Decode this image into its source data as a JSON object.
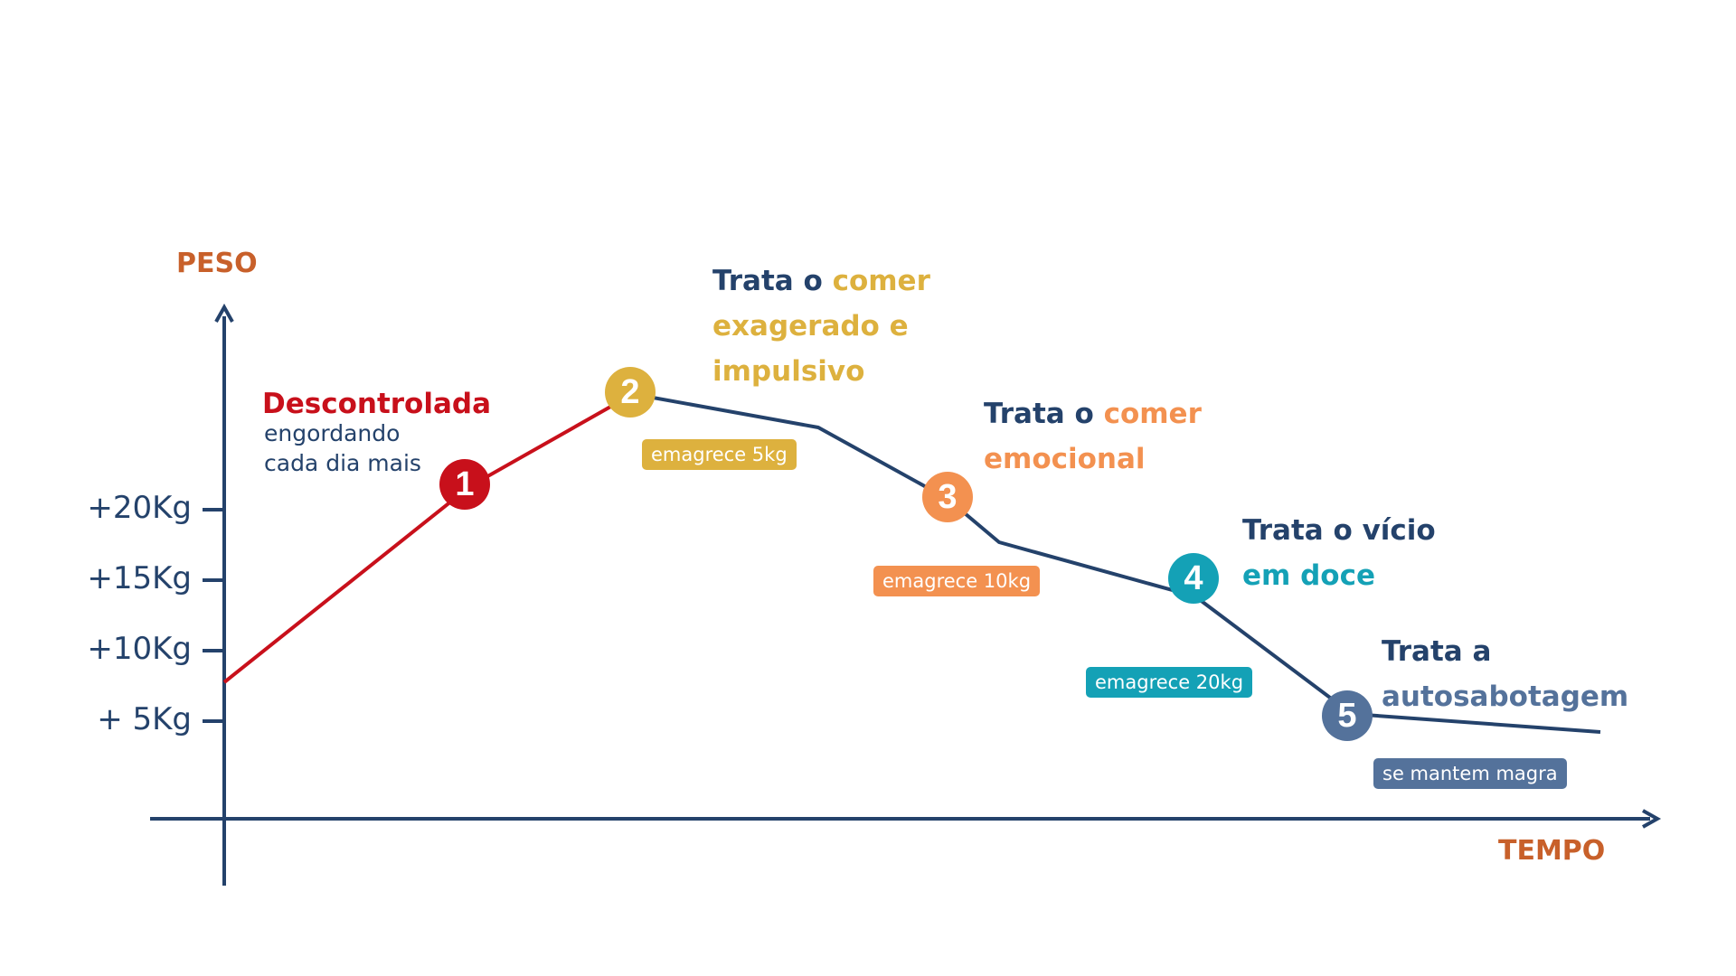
{
  "axes": {
    "y_title": "PESO",
    "x_title": "TEMPO",
    "y_ticks": [
      "+20Kg",
      "+15Kg",
      "+10Kg",
      "+ 5Kg"
    ]
  },
  "colors": {
    "axis": "#24426b",
    "stage1": "#c8101b",
    "stage2": "#ddb13e",
    "stage3": "#f39150",
    "stage4": "#14a1b6",
    "stage5": "#54729b",
    "axis_title": "#c8602a"
  },
  "stages": [
    {
      "number": "1",
      "title": "Descontrolada",
      "subtitle_lines": [
        "engordando",
        "cada dia mais"
      ]
    },
    {
      "number": "2",
      "title_prefix": "Trata o ",
      "title_lines": [
        "comer",
        "exagerado e",
        "impulsivo"
      ],
      "badge": "emagrece 5kg"
    },
    {
      "number": "3",
      "title_prefix": "Trata o ",
      "title_lines": [
        "comer",
        "emocional"
      ],
      "badge": "emagrece 10kg"
    },
    {
      "number": "4",
      "title_prefix": "Trata o vício",
      "title_lines": [
        "em doce"
      ],
      "badge": "emagrece 20kg"
    },
    {
      "number": "5",
      "title_prefix": "Trata a",
      "title_lines": [
        "autosabotagem"
      ],
      "badge": "se mantem magra"
    }
  ]
}
